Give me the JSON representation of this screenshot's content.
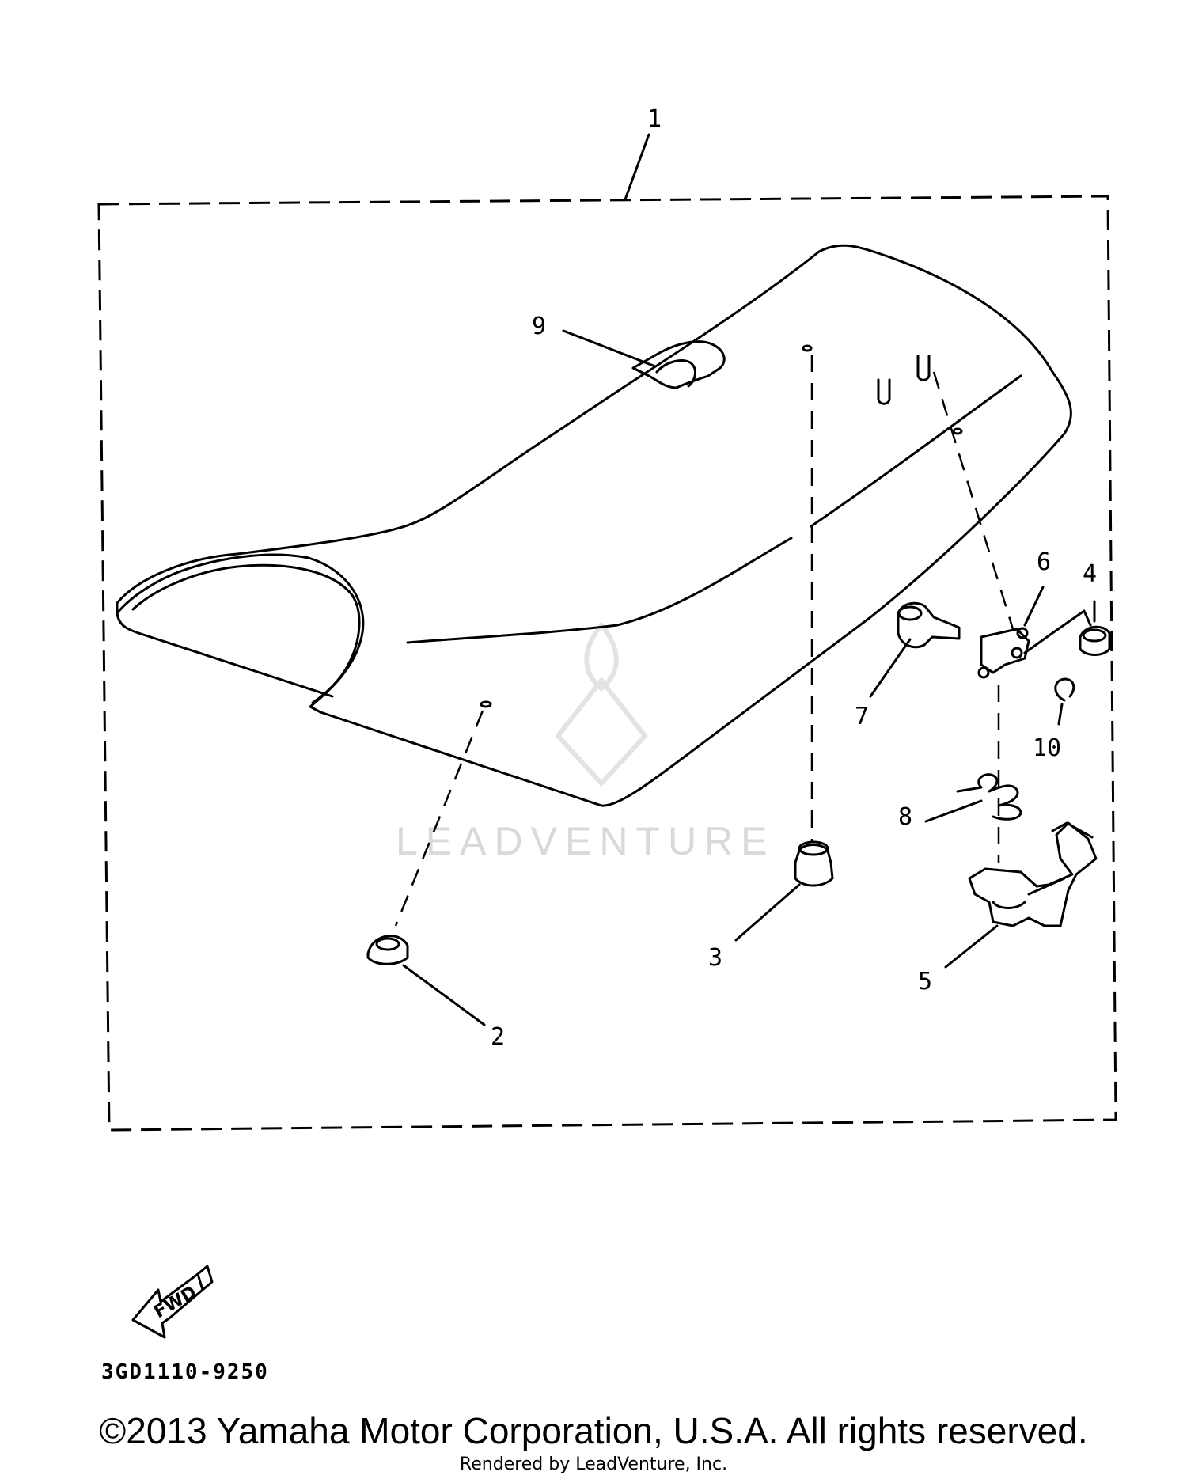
{
  "callouts": {
    "c1": "1",
    "c2": "2",
    "c3": "3",
    "c4": "4",
    "c5": "5",
    "c6": "6",
    "c7": "7",
    "c8": "8",
    "c9": "9",
    "c10": "10"
  },
  "fwd_label": "FWD",
  "part_code": "3GD1110-9250",
  "watermark": "LEADVENTURE",
  "footer": {
    "copyright": "©2013 Yamaha Motor Corporation, U.S.A. All rights reserved.",
    "rendered_by": "Rendered by LeadVenture, Inc."
  }
}
